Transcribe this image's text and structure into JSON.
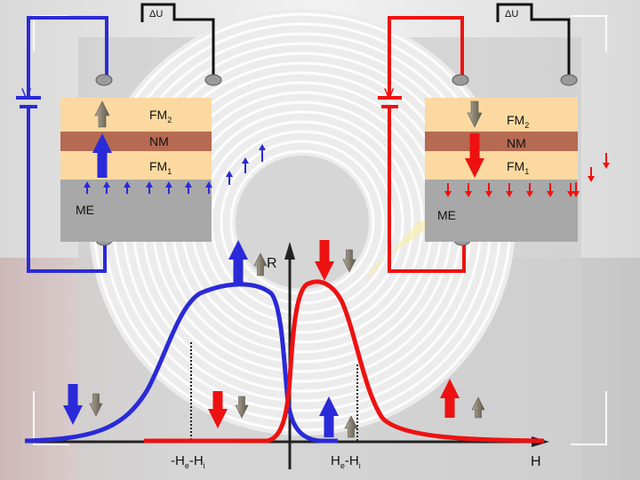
{
  "colors": {
    "blue": "#2a2ad8",
    "red": "#ee1111",
    "fm_layer": "#fbd9a0",
    "nm_layer": "#b66a52",
    "me_layer": "#a8a8a8",
    "wire_black": "#111111"
  },
  "left_stack": {
    "supply_label": "V",
    "meter_label": "ΔU",
    "fm2_main": "FM",
    "fm2_sub": "2",
    "nm": "NM",
    "fm1_main": "FM",
    "fm1_sub": "1",
    "me": "ME"
  },
  "right_stack": {
    "supply_label": "V",
    "meter_label": "ΔU",
    "fm2_main": "FM",
    "fm2_sub": "2",
    "nm": "NM",
    "fm1_main": "FM",
    "fm1_sub": "1",
    "me": "ME"
  },
  "plot": {
    "ylabel": "R",
    "xlabel": "H",
    "tick_left_main": "-H",
    "tick_left_sub1": "e",
    "tick_left_mid": "-H",
    "tick_left_sub2": "i",
    "tick_right_main": "H",
    "tick_right_sub1": "e",
    "tick_right_mid": "-H",
    "tick_right_sub2": "i"
  }
}
